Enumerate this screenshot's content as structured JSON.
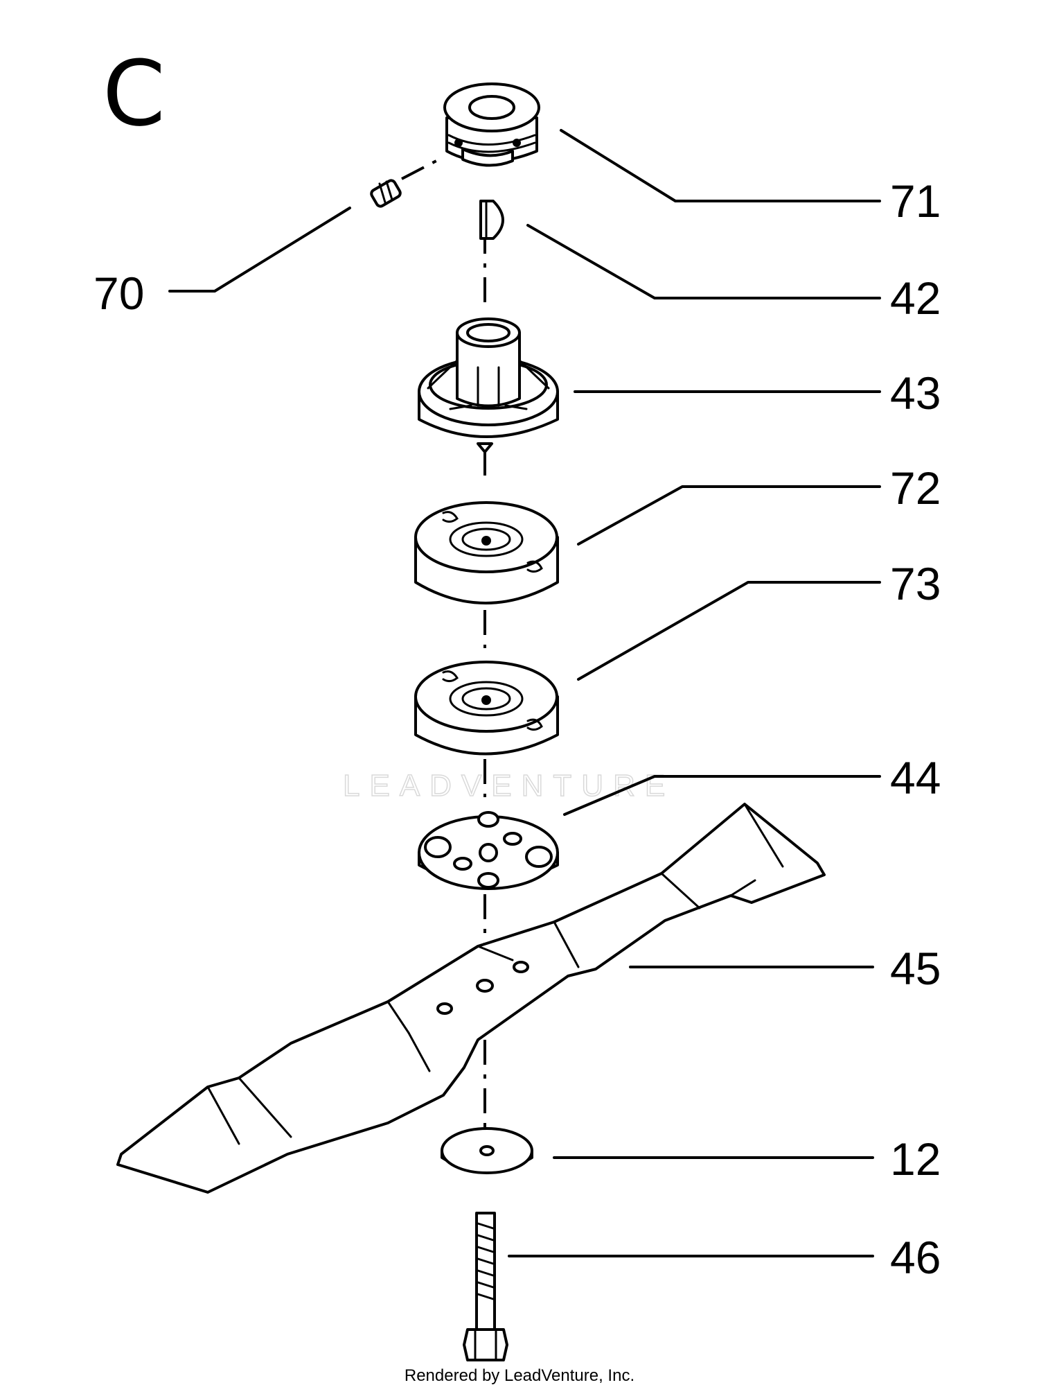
{
  "section_label": "C",
  "watermark": "LEADVENTURE",
  "footer": "Rendered by LeadVenture, Inc.",
  "callouts": [
    {
      "id": "71",
      "text": "71"
    },
    {
      "id": "70",
      "text": "70"
    },
    {
      "id": "42",
      "text": "42"
    },
    {
      "id": "43",
      "text": "43"
    },
    {
      "id": "72",
      "text": "72"
    },
    {
      "id": "73",
      "text": "73"
    },
    {
      "id": "44",
      "text": "44"
    },
    {
      "id": "45",
      "text": "45"
    },
    {
      "id": "12",
      "text": "12"
    },
    {
      "id": "46",
      "text": "46"
    }
  ]
}
